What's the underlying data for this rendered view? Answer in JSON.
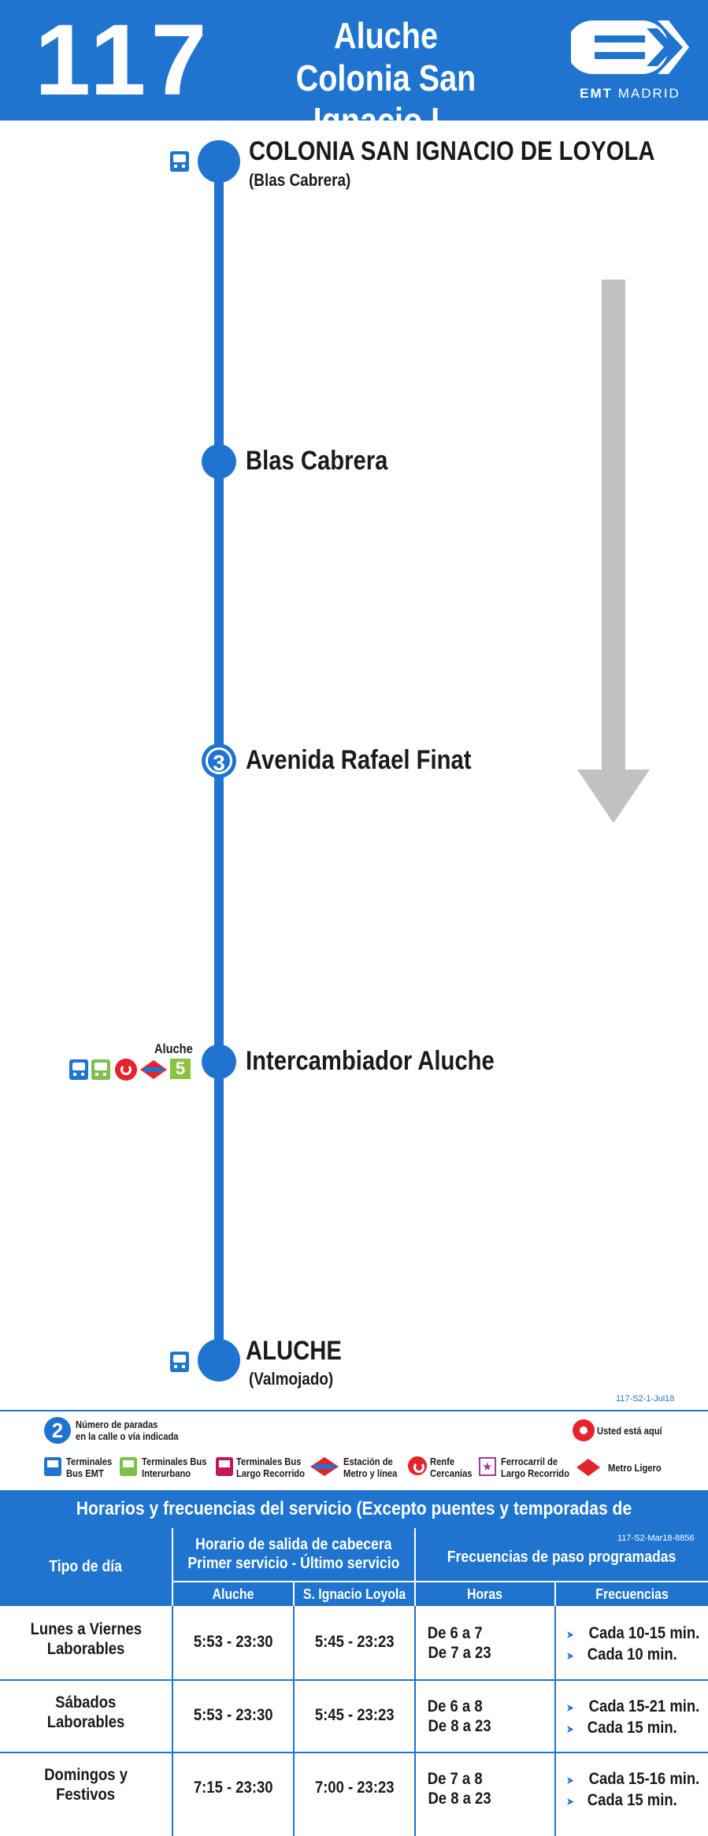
{
  "header": {
    "line_number": "117",
    "route_line1": "Aluche",
    "route_line2": "Colonia San Ignacio L.",
    "logo_brand": "EMT",
    "logo_city": "MADRID"
  },
  "stops": [
    {
      "name": "COLONIA SAN IGNACIO DE LOYOLA",
      "sub": "(Blas Cabrera)",
      "icons": [
        "bus-terminal-emt"
      ]
    },
    {
      "name": "Blas Cabrera"
    },
    {
      "name": "Avenida Rafael Finat",
      "stops_count": "3"
    },
    {
      "name": "Intercambiador Aluche",
      "connection_label": "Aluche",
      "metro_line": "5",
      "icons": [
        "bus-terminal-emt",
        "bus-terminal-interurban",
        "renfe-cercanias",
        "metro-station"
      ]
    },
    {
      "name": "ALUCHE",
      "sub": "(Valmojado)",
      "icons": [
        "bus-terminal-emt"
      ]
    }
  ],
  "map_code": "117-S2-1-Jul18",
  "legend": {
    "num_example": "2",
    "num_text_1": "Número de paradas",
    "num_text_2": "en la calle o vía indicada",
    "you_are_here": "Usted está aquí",
    "items": [
      {
        "l1": "Terminales",
        "l2": "Bus EMT"
      },
      {
        "l1": "Terminales Bus",
        "l2": "Interurbano"
      },
      {
        "l1": "Terminales Bus",
        "l2": "Largo Recorrido"
      },
      {
        "l1": "Estación de",
        "l2": "Metro y línea"
      },
      {
        "l1": "Renfe",
        "l2": "Cercanías"
      },
      {
        "l1": "Ferrocarril de",
        "l2": "Largo Recorrido"
      },
      {
        "l1": "Metro Ligero",
        "l2": ""
      }
    ]
  },
  "timetable": {
    "title": "Horarios y frecuencias del servicio (Excepto puentes y temporadas de Semana Santa y Verano)",
    "code": "117-S2-Mar18-8856",
    "col_day": "Tipo de día",
    "col_schedule_1": "Horario de salida de cabecera",
    "col_schedule_2": "Primer servicio - Último servicio",
    "col_freq_group": "Frecuencias de paso programadas",
    "sub_aluche": "Aluche",
    "sub_loyola": "S. Ignacio Loyola",
    "sub_horas": "Horas",
    "sub_frecuencias": "Frecuencias",
    "rows": [
      {
        "day1": "Lunes a Viernes",
        "day2": "Laborables",
        "aluche": "5:53 - 23:30",
        "loyola": "5:45 - 23:23",
        "h1": "De 6 a 7",
        "h2": "De 7 a 23",
        "f1": "Cada 10-15 min.",
        "f2": "Cada 10 min."
      },
      {
        "day1": "Sábados",
        "day2": "Laborables",
        "aluche": "5:53 - 23:30",
        "loyola": "5:45 - 23:23",
        "h1": "De 6 a 8",
        "h2": "De 8 a 23",
        "f1": "Cada 15-21 min.",
        "f2": "Cada 15 min."
      },
      {
        "day1": "Domingos y",
        "day2": "Festivos",
        "aluche": "7:15 - 23:30",
        "loyola": "7:00 - 23:23",
        "h1": "De 7 a 8",
        "h2": "De 8 a 23",
        "f1": "Cada 15-16 min.",
        "f2": "Cada 15 min."
      }
    ]
  },
  "colors": {
    "brand_blue": "#1f74cf",
    "arrow_grey": "#c0c1c3",
    "metro_red": "#e5232b",
    "metro_line5": "#8ac43f"
  }
}
